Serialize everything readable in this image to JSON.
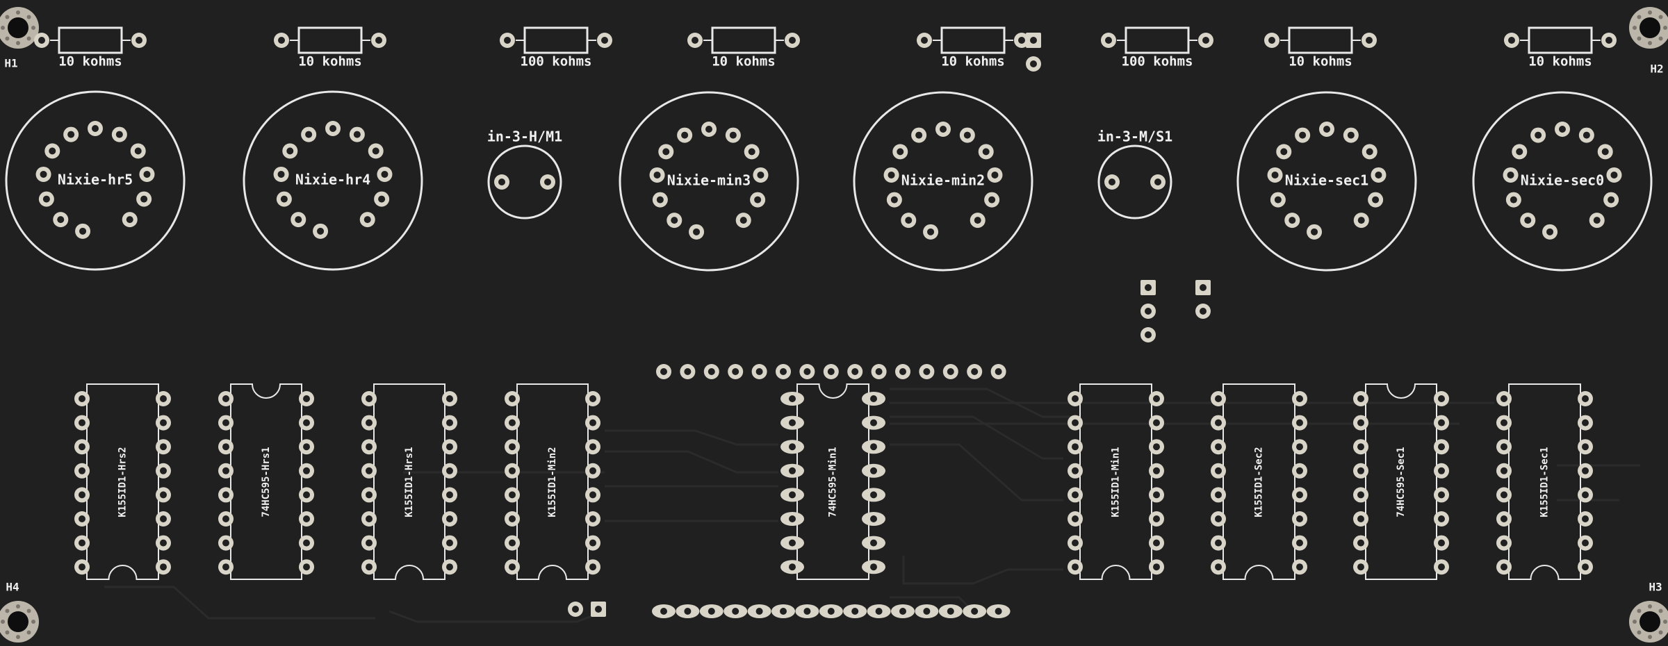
{
  "mount_holes": [
    "H1",
    "H2",
    "H3",
    "H4"
  ],
  "resistors": [
    "10 kohms",
    "10 kohms",
    "100 kohms",
    "10 kohms",
    "10 kohms",
    "100 kohms",
    "10 kohms",
    "10 kohms"
  ],
  "nixie_tubes": [
    "Nixie-hr5",
    "Nixie-hr4",
    "Nixie-min3",
    "Nixie-min2",
    "Nixie-sec1",
    "Nixie-sec0"
  ],
  "neon_lamps": [
    "in-3-H/M1",
    "in-3-M/S1"
  ],
  "ics": [
    "K155ID1-Hrs2",
    "74HC595-Hrs1",
    "K155ID1-Hrs1",
    "K155ID1-Min2",
    "74HC595-Min1",
    "K155ID1-Min1",
    "K155ID1-Sec2",
    "74HC595-Sec1",
    "K155ID1-Sec1"
  ],
  "colors": {
    "board": "#202020",
    "silkscreen": "#e8e8e8",
    "pad": "#d9d4c8"
  }
}
